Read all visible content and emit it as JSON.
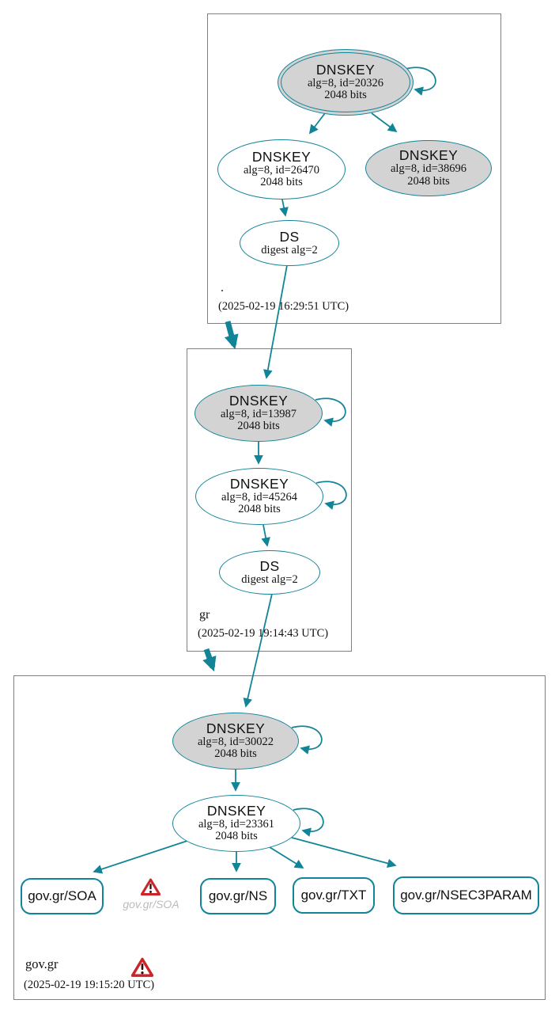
{
  "colors": {
    "edge_teal": "#128498",
    "node_gray_fill": "#d3d3d3",
    "zone_border_gray": "#808080",
    "warning_red": "#c9252b",
    "ghost_text_gray": "#b9bcbe"
  },
  "icons": {
    "warning": {
      "name": "warning-icon",
      "glyph": "⚠"
    }
  },
  "zones": [
    {
      "name": ".",
      "timestamp": "(2025-02-19 16:29:51 UTC)",
      "nodes": {
        "ksk": {
          "title": "DNSKEY",
          "detail": "alg=8, id=20326",
          "size": "2048 bits"
        },
        "zsk": {
          "title": "DNSKEY",
          "detail": "alg=8, id=26470",
          "size": "2048 bits"
        },
        "extra": {
          "title": "DNSKEY",
          "detail": "alg=8, id=38696",
          "size": "2048 bits"
        },
        "ds": {
          "title": "DS",
          "detail": "digest alg=2"
        }
      }
    },
    {
      "name": "gr",
      "timestamp": "(2025-02-19 19:14:43 UTC)",
      "nodes": {
        "ksk": {
          "title": "DNSKEY",
          "detail": "alg=8, id=13987",
          "size": "2048 bits"
        },
        "zsk": {
          "title": "DNSKEY",
          "detail": "alg=8, id=45264",
          "size": "2048 bits"
        },
        "ds": {
          "title": "DS",
          "detail": "digest alg=2"
        }
      }
    },
    {
      "name": "gov.gr",
      "timestamp": "(2025-02-19 19:15:20 UTC)",
      "nodes": {
        "ksk": {
          "title": "DNSKEY",
          "detail": "alg=8, id=30022",
          "size": "2048 bits"
        },
        "zsk": {
          "title": "DNSKEY",
          "detail": "alg=8, id=23361",
          "size": "2048 bits"
        }
      },
      "records": [
        "gov.gr/SOA",
        "gov.gr/NS",
        "gov.gr/TXT",
        "gov.gr/NSEC3PARAM"
      ],
      "ghost_record": "gov.gr/SOA"
    }
  ]
}
